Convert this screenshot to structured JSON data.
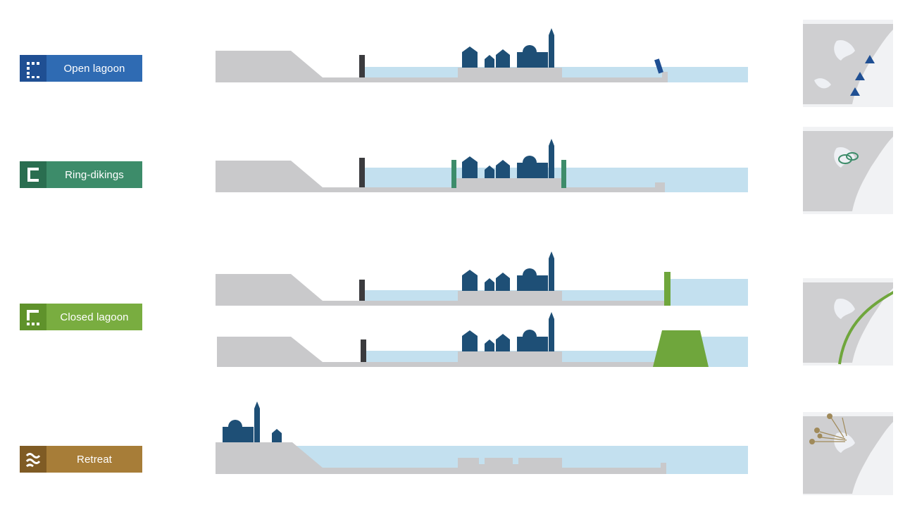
{
  "scenarios": [
    {
      "id": "open",
      "label": "Open lagoon",
      "color": "#2f6bb3",
      "icon_bg": "#1f4f93",
      "accent": "#1f4f93"
    },
    {
      "id": "ring",
      "label": "Ring-dikings",
      "color": "#3d8c6a",
      "icon_bg": "#2a6e50",
      "accent": "#3d8c6a"
    },
    {
      "id": "closed",
      "label": "Closed lagoon",
      "color": "#79ad40",
      "icon_bg": "#5f922b",
      "accent": "#6fa63c"
    },
    {
      "id": "retreat",
      "label": "Retreat",
      "color": "#a77d38",
      "icon_bg": "#7f5b24",
      "accent": "#a08a5a"
    }
  ],
  "colors": {
    "ground": "#c9c9cb",
    "water": "#c3e0ef",
    "buildings": "#1e4f76",
    "barrier": "#3b3b3e",
    "map_land": "#cfcfd1",
    "map_sea": "#eef0f4"
  },
  "icons": {
    "open": "dashed-bracket-icon",
    "ring": "bracket-icon",
    "closed": "partial-dashed-bracket-icon",
    "retreat": "waves-icon"
  }
}
